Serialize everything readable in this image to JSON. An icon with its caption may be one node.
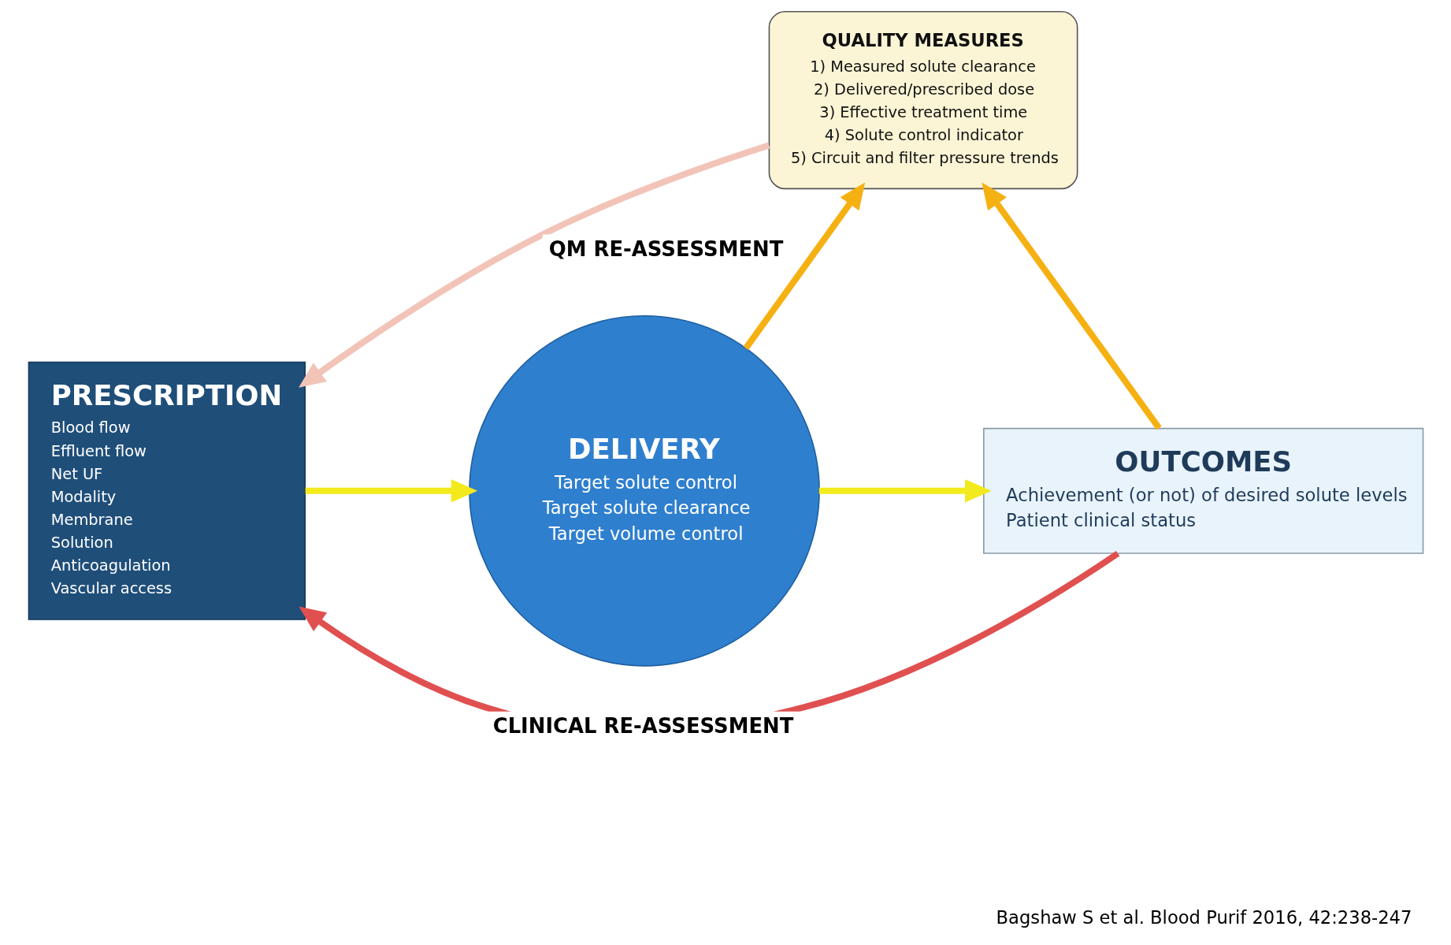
{
  "diagram": {
    "caption": "Bagshaw S et al. Blood Purif 2016, 42:238-247",
    "nodes": [
      {
        "text": [
          "QUALITY MEASURES",
          "1) Measured solute clearance",
          "2) Delivered/prescribed dose",
          "3) Effective treatment time",
          "4) Solute control indicator",
          "5) Circuit and filter pressure trends"
        ]
      },
      {
        "text": [
          "PRESCRIPTION",
          "Blood flow",
          "Effluent flow",
          "Net UF",
          "Modality",
          "Membrane",
          "Solution",
          "Anticoagulation",
          "Vascular access"
        ]
      },
      {
        "text": [
          "DELIVERY",
          "Target solute control",
          "Target solute clearance",
          "Target volume control"
        ]
      },
      {
        "text": [
          "OUTCOMES",
          "Achievement (or not) of desired solute levels",
          "Patient clinical status"
        ]
      }
    ],
    "edges": [
      {
        "from": 1,
        "to": 2,
        "arrow": "to",
        "color": "#f2ea1c"
      },
      {
        "from": 2,
        "to": 3,
        "arrow": "to",
        "color": "#f2ea1c"
      },
      {
        "from": 2,
        "to": 0,
        "arrow": "to",
        "color": "#f5b012"
      },
      {
        "from": 3,
        "to": 0,
        "arrow": "to",
        "color": "#f5b012"
      },
      {
        "from": 0,
        "to": 1,
        "arrow": "to",
        "label": "QM RE-ASSESSMENT",
        "color": "#f2c4b8"
      },
      {
        "from": 3,
        "to": 1,
        "arrow": "to",
        "label": "CLINICAL RE-ASSESSMENT",
        "color": "#e05050"
      }
    ]
  }
}
